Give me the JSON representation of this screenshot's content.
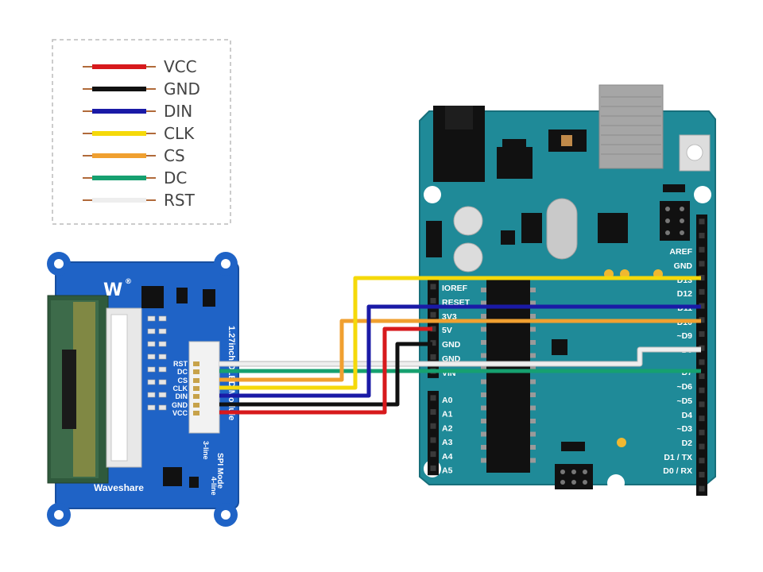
{
  "legend": {
    "items": [
      {
        "label": "VCC",
        "color": "#d7191c"
      },
      {
        "label": "GND",
        "color": "#111111"
      },
      {
        "label": "DIN",
        "color": "#1a1aa6"
      },
      {
        "label": "CLK",
        "color": "#f5d90a"
      },
      {
        "label": "CS",
        "color": "#f0a030"
      },
      {
        "label": "DC",
        "color": "#16a070"
      },
      {
        "label": "RST",
        "color": "#eeeeee"
      }
    ]
  },
  "module": {
    "brand_logo": "W",
    "registered_mark": "®",
    "brand": "Waveshare",
    "title": "1.27inch OLED Module",
    "spi_mode": "SPI Mode",
    "opt_3line": "3-line",
    "opt_4line": "4-line",
    "pins": [
      "RST",
      "DC",
      "CS",
      "CLK",
      "DIN",
      "GND",
      "VCC"
    ]
  },
  "arduino": {
    "power_pins": [
      "IOREF",
      "RESET",
      "3V3",
      "5V",
      "GND",
      "GND",
      "VIN"
    ],
    "analog_pins": [
      "A0",
      "A1",
      "A2",
      "A3",
      "A4",
      "A5"
    ],
    "digital_pins": [
      "AREF",
      "GND",
      "D13",
      "D12",
      "~D11",
      "~D10",
      "~D9",
      "D8",
      "D7",
      "~D6",
      "~D5",
      "D4",
      "~D3",
      "D2",
      "D1 / TX",
      "D0 / RX"
    ]
  },
  "colors": {
    "board": "#1f8a98",
    "module_pcb": "#1f63c6",
    "oled_glass": "#2f5a3c"
  }
}
